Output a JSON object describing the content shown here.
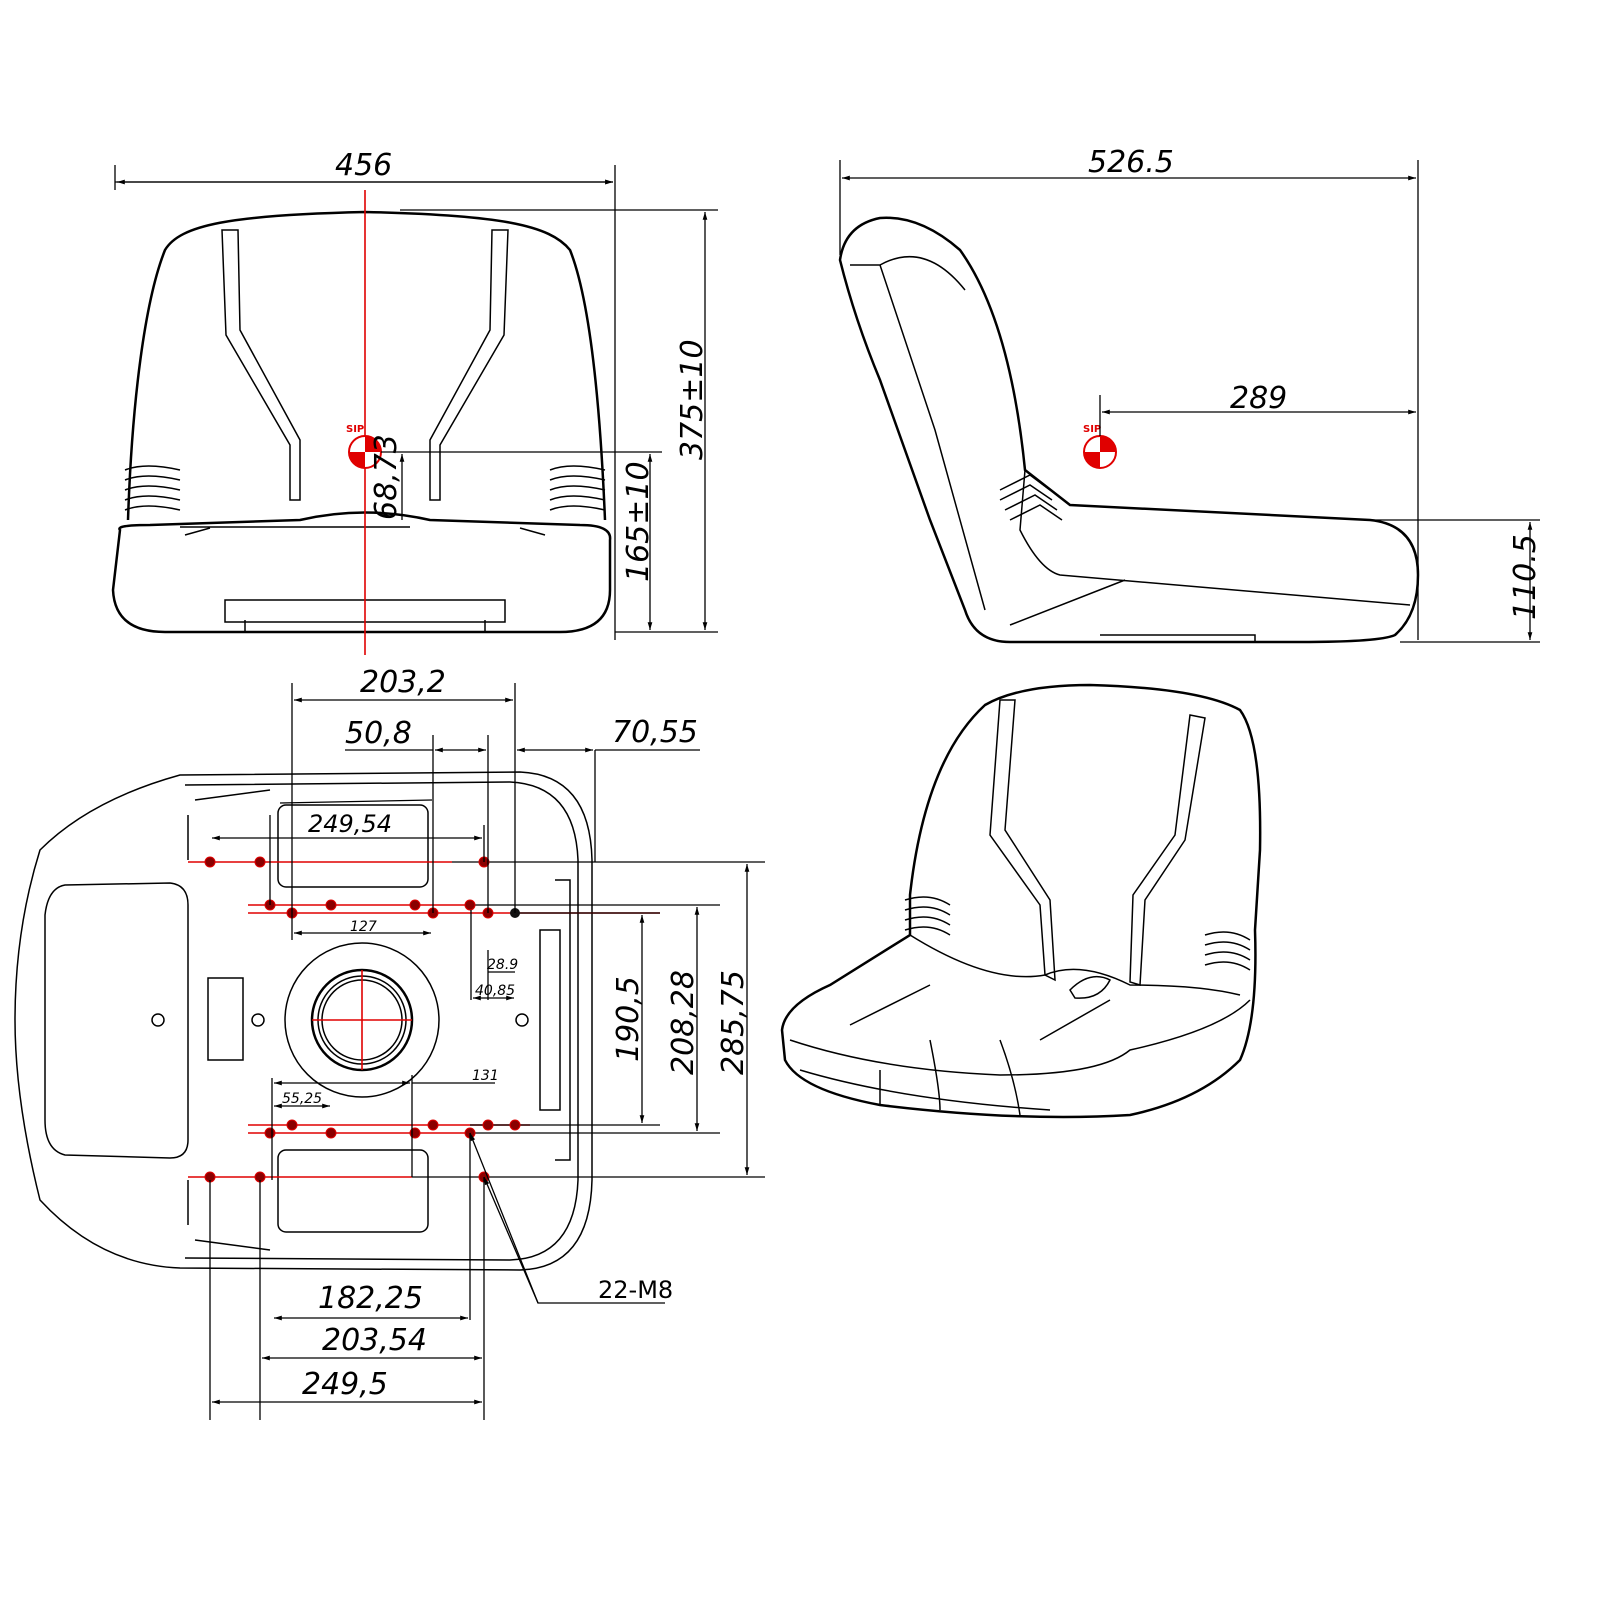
{
  "front_view": {
    "width": "456",
    "height": "375±10",
    "sip_height": "165±10",
    "sip_offset": "68,73",
    "sip_label": "SIP"
  },
  "side_view": {
    "depth": "526.5",
    "sip_depth": "289",
    "cushion_height": "110.5",
    "sip_label": "SIP"
  },
  "bottom_view": {
    "d_203_2": "203,2",
    "d_50_8": "50,8",
    "d_70_55": "70,55",
    "d_249_54": "249,54",
    "d_127": "127",
    "d_28_9": "28.9",
    "d_40_85": "40,85",
    "d_131": "131",
    "d_55_25": "55,25",
    "d_190_5": "190,5",
    "d_208_28": "208,28",
    "d_285_75": "285,75",
    "d_182_25": "182,25",
    "d_203_54": "203,54",
    "d_249_5": "249,5",
    "hole_callout": "22-M8"
  },
  "colors": {
    "centerline": "#e00000",
    "lines": "#000000"
  }
}
